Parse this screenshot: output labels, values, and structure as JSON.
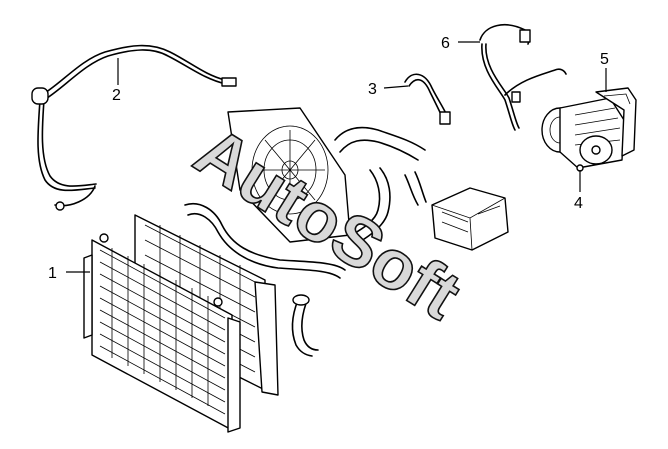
{
  "diagram": {
    "watermark": "AutoSoft",
    "callouts": [
      {
        "id": "1",
        "label": "1"
      },
      {
        "id": "2",
        "label": "2"
      },
      {
        "id": "3",
        "label": "3"
      },
      {
        "id": "4",
        "label": "4"
      },
      {
        "id": "5",
        "label": "5"
      },
      {
        "id": "6",
        "label": "6"
      }
    ],
    "colors": {
      "line": "#000000",
      "background": "#ffffff",
      "watermark_fill": "#d9d9d9"
    }
  }
}
